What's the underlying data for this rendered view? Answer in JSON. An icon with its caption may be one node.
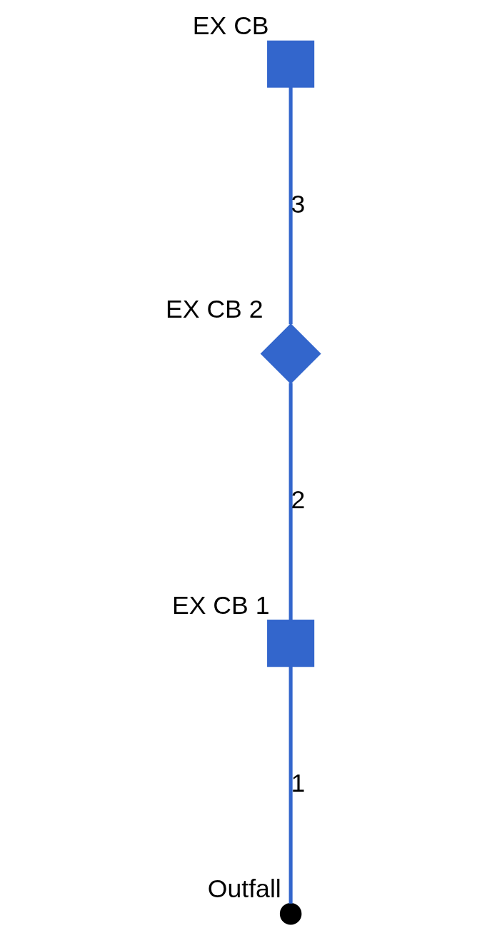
{
  "diagram": {
    "nodes": [
      {
        "text": [
          "EX CB"
        ]
      },
      {
        "text": [
          "EX CB 2"
        ]
      },
      {
        "text": [
          "EX CB 1"
        ]
      },
      {
        "text": [
          "Outfall"
        ]
      }
    ],
    "edges": [
      {
        "from": 0,
        "to": 1,
        "arrow": "none",
        "label": "3"
      },
      {
        "from": 1,
        "to": 2,
        "arrow": "none",
        "label": "2"
      },
      {
        "from": 2,
        "to": 3,
        "arrow": "none",
        "label": "1"
      }
    ]
  }
}
